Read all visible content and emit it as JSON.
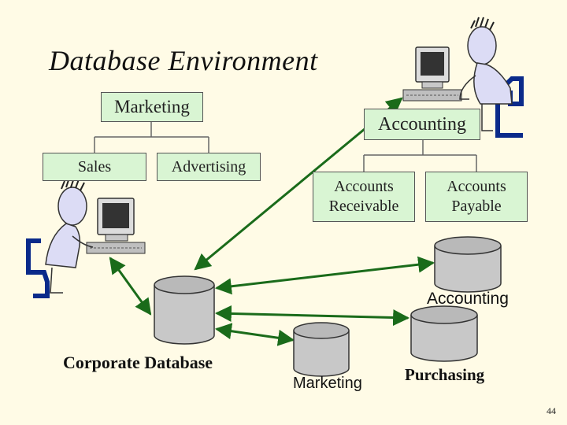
{
  "title": "Database Environment",
  "org_chart": {
    "marketing": {
      "label": "Marketing",
      "children": [
        "Sales",
        "Advertising"
      ]
    },
    "accounting": {
      "label": "Accounting",
      "children": [
        "Accounts Receivable",
        "Accounts Payable"
      ]
    }
  },
  "databases": {
    "corporate": "Corporate Database",
    "marketing": "Marketing",
    "accounting": "Accounting",
    "purchasing": "Purchasing"
  },
  "page_number": "44",
  "colors": {
    "background": "#fffbe6",
    "box_fill": "#d9f5d3",
    "arrow": "#1a6b1a",
    "cylinder": "#c8c8c8",
    "chair": "#0a2a8a"
  }
}
